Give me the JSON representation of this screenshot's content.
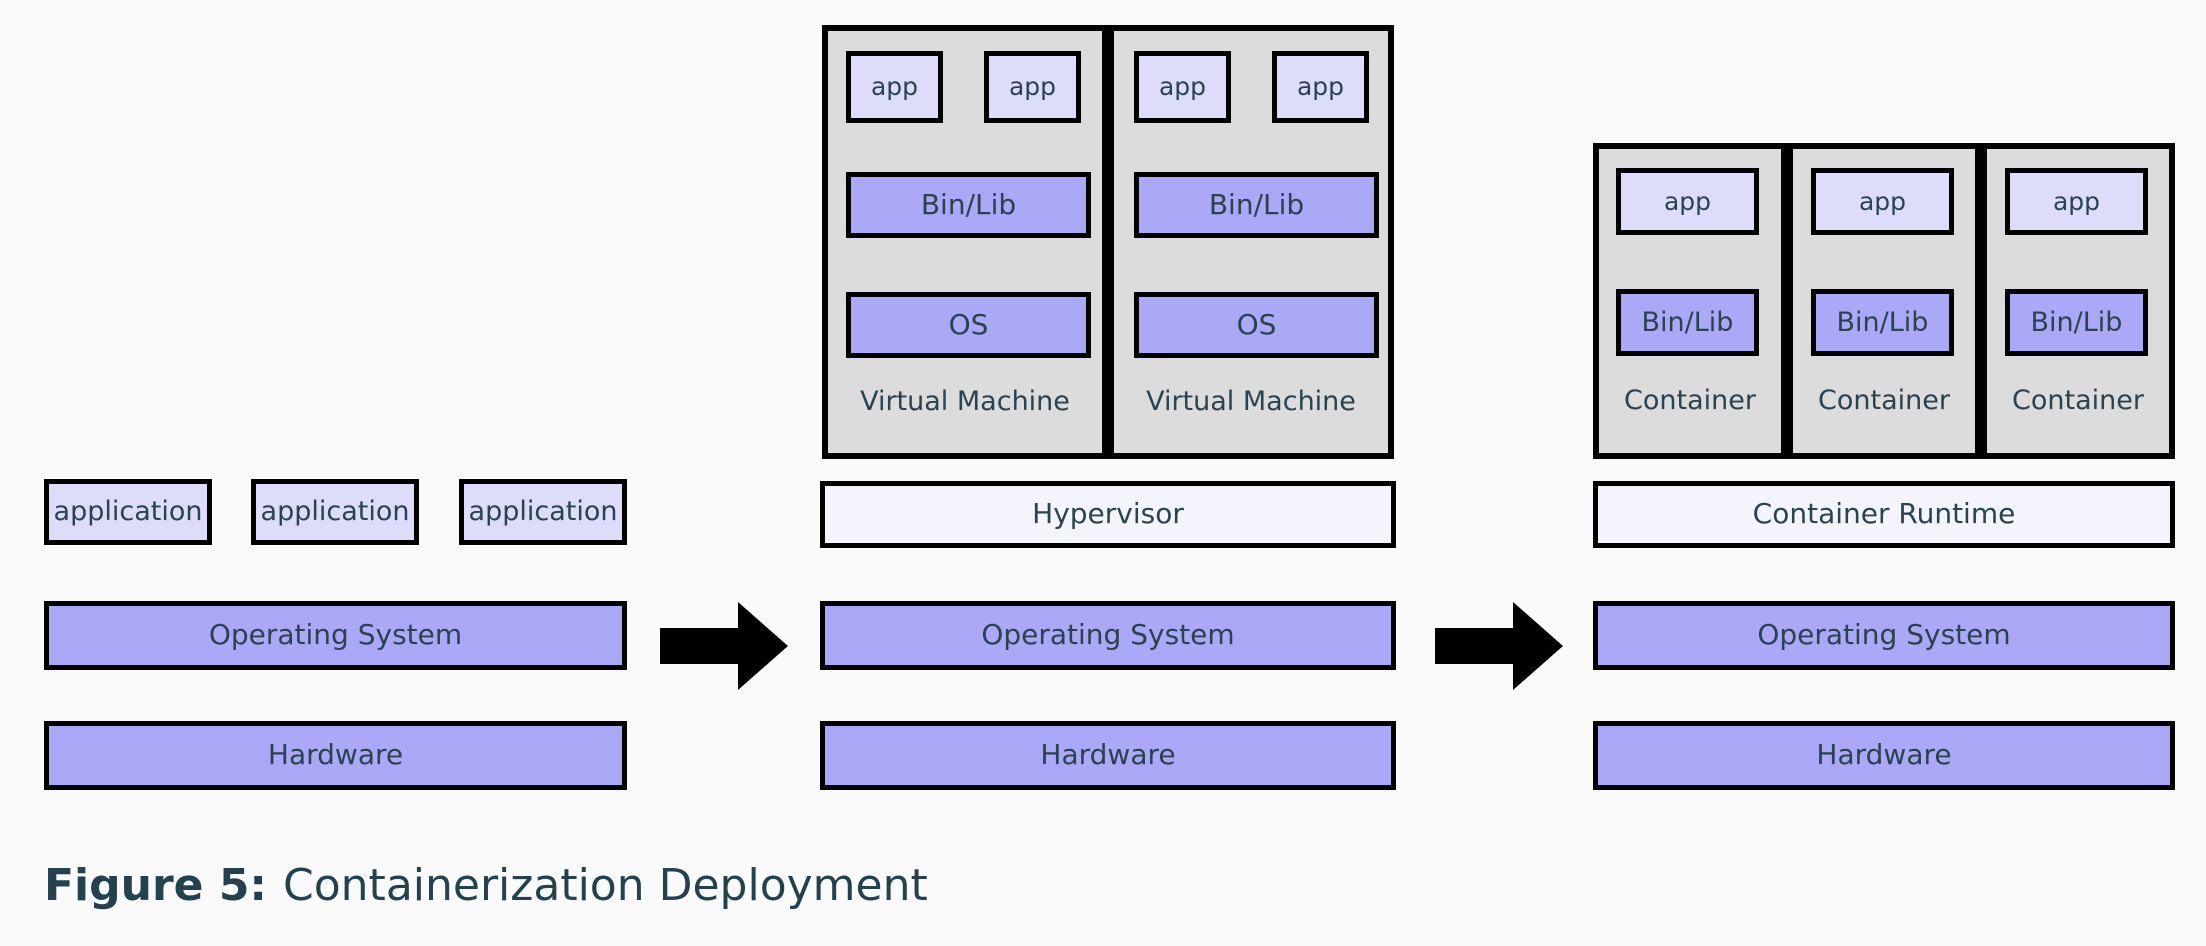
{
  "figure": {
    "label": "Figure 5:",
    "title": "Containerization Deployment"
  },
  "colors": {
    "page_background": "#fafafa",
    "border": "#000000",
    "periwinkle": "#aba8f7",
    "lavender": "#dedcfb",
    "near_white": "#f4f4fd",
    "group_gray": "#dcdcdc",
    "text": "#2b4250",
    "caption_text": "#24414e"
  },
  "panels": {
    "traditional": {
      "applications": [
        {
          "label": "application"
        },
        {
          "label": "application"
        },
        {
          "label": "application"
        }
      ],
      "operating_system": "Operating System",
      "hardware": "Hardware"
    },
    "virtualized": {
      "virtual_machines": [
        {
          "apps": [
            "app",
            "app"
          ],
          "binlib": "Bin/Lib",
          "os": "OS",
          "caption": "Virtual Machine"
        },
        {
          "apps": [
            "app",
            "app"
          ],
          "binlib": "Bin/Lib",
          "os": "OS",
          "caption": "Virtual Machine"
        }
      ],
      "hypervisor": "Hypervisor",
      "operating_system": "Operating System",
      "hardware": "Hardware"
    },
    "containerized": {
      "containers": [
        {
          "app": "app",
          "binlib": "Bin/Lib",
          "caption": "Container"
        },
        {
          "app": "app",
          "binlib": "Bin/Lib",
          "caption": "Container"
        },
        {
          "app": "app",
          "binlib": "Bin/Lib",
          "caption": "Container"
        }
      ],
      "container_runtime": "Container Runtime",
      "operating_system": "Operating System",
      "hardware": "Hardware"
    }
  },
  "arrows": [
    {
      "name": "arrow-traditional-to-virtualized",
      "direction": "right"
    },
    {
      "name": "arrow-virtualized-to-containerized",
      "direction": "right"
    }
  ]
}
